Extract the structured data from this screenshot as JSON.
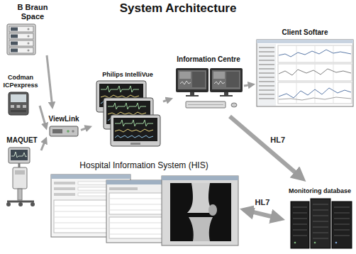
{
  "diagram": {
    "title": "System Architecture",
    "nodes": [
      {
        "text": [
          "B Braun Space"
        ]
      },
      {
        "text": [
          "Codman ICPexpress"
        ]
      },
      {
        "text": [
          "MAQUET"
        ]
      },
      {
        "text": [
          "ViewLink"
        ]
      },
      {
        "text": [
          "Philips IntelliVue"
        ]
      },
      {
        "text": [
          "Information Centre"
        ]
      },
      {
        "text": [
          "Client Softare"
        ]
      },
      {
        "text": [
          "Monitoring database"
        ]
      },
      {
        "text": [
          "Hospital Information System (HIS)"
        ]
      }
    ],
    "edges": [
      {
        "from": 0,
        "to": 3,
        "arrow": "to"
      },
      {
        "from": 1,
        "to": 3,
        "arrow": "to"
      },
      {
        "from": 2,
        "to": 3,
        "arrow": "to"
      },
      {
        "from": 3,
        "to": 4,
        "arrow": "to"
      },
      {
        "from": 4,
        "to": 5,
        "arrow": "to"
      },
      {
        "from": 5,
        "to": 6,
        "arrow": "to"
      },
      {
        "from": 5,
        "to": 7,
        "label": "HL7",
        "arrow": "to"
      },
      {
        "from": 8,
        "to": 7,
        "label": "HL7",
        "arrow": "both"
      }
    ]
  }
}
